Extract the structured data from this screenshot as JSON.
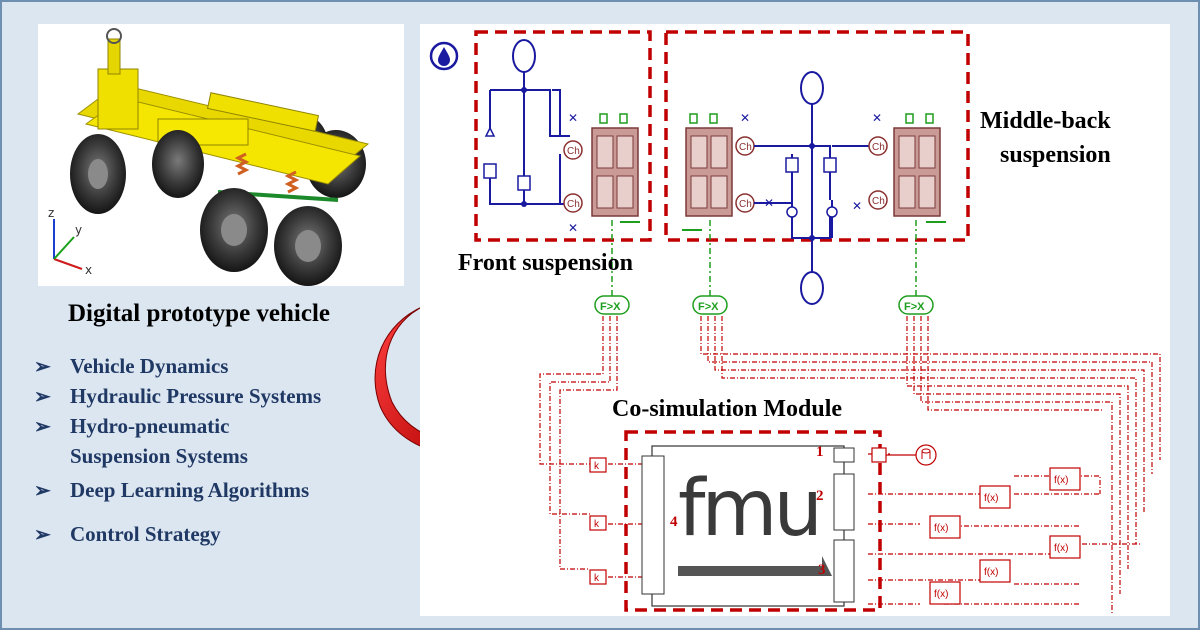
{
  "left_panel": {
    "vehicle_caption": "Digital prototype vehicle",
    "axes": {
      "z": "z",
      "y": "y",
      "x": "x"
    },
    "bullet_glyph": "➢",
    "topics": [
      {
        "label": "Vehicle Dynamics"
      },
      {
        "label": "Hydraulic Pressure Systems"
      },
      {
        "label": "Hydro-pneumatic"
      },
      {
        "label": "Suspension Systems",
        "continuation": true
      },
      {
        "label": "Deep Learning Algorithms"
      },
      {
        "label": "Control Strategy"
      }
    ]
  },
  "diagram": {
    "front_label": "Front suspension",
    "middle_back_label_line1": "Middle-back",
    "middle_back_label_line2": "suspension",
    "cosim_label": "Co-simulation Module",
    "fmu_label": "fmu",
    "port_numbers": [
      "1",
      "2",
      "3",
      "4"
    ],
    "chamber_label": "Ch",
    "converter_label": "F>X",
    "gain_label": "k",
    "function_label": "f(x)",
    "colors": {
      "accent_red": "#c00000",
      "hydraulic_blue": "#1a1aa0",
      "signal_green": "#1e9e1e",
      "body_pink": "#c99a96",
      "vehicle_yellow": "#f2e200"
    }
  }
}
